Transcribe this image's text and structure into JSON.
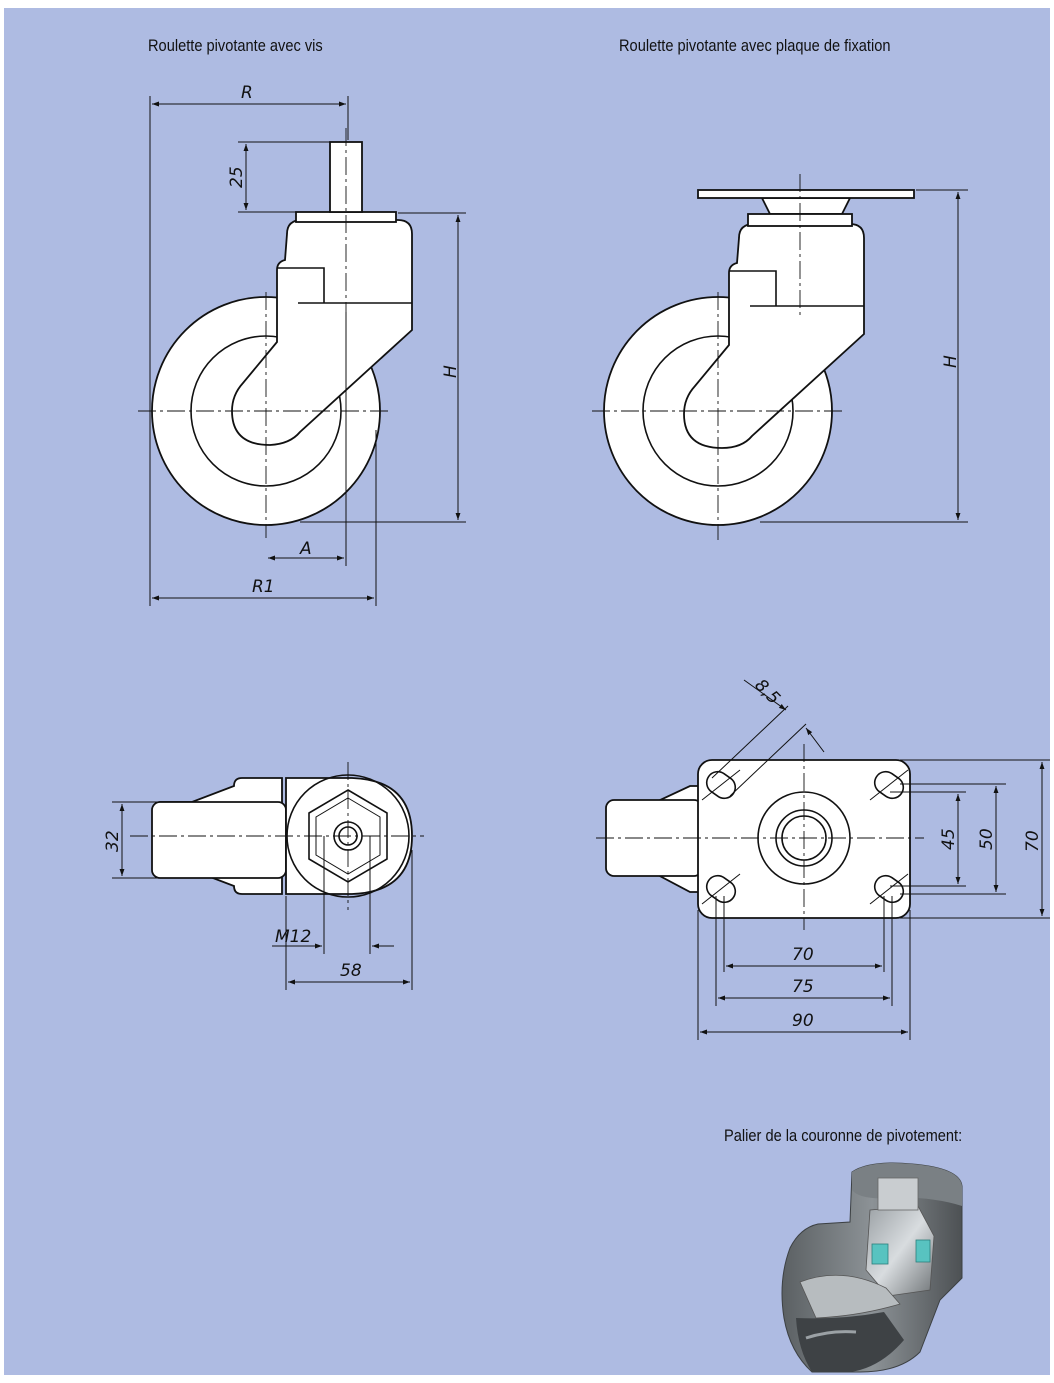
{
  "captions": {
    "left_title": "Roulette pivotante avec vis",
    "right_title": "Roulette pivotante avec plaque de fixation",
    "bearing_caption": "Palier de la couronne de pivotement:"
  },
  "dimensions": {
    "screw_caster": {
      "R": "R",
      "thread_length": "25",
      "H": "H",
      "A": "A",
      "R1": "R1"
    },
    "plate_caster": {
      "H": "H"
    },
    "screw_top_view": {
      "width": "32",
      "thread": "M12",
      "offset": "58"
    },
    "plate_top_view": {
      "hole": "8,5",
      "hole_spacing_y": "45",
      "hole_spacing_y_outer": "50",
      "plate_width": "70",
      "hole_spacing_x": "70",
      "hole_spacing_x_outer": "75",
      "plate_length": "90"
    }
  }
}
